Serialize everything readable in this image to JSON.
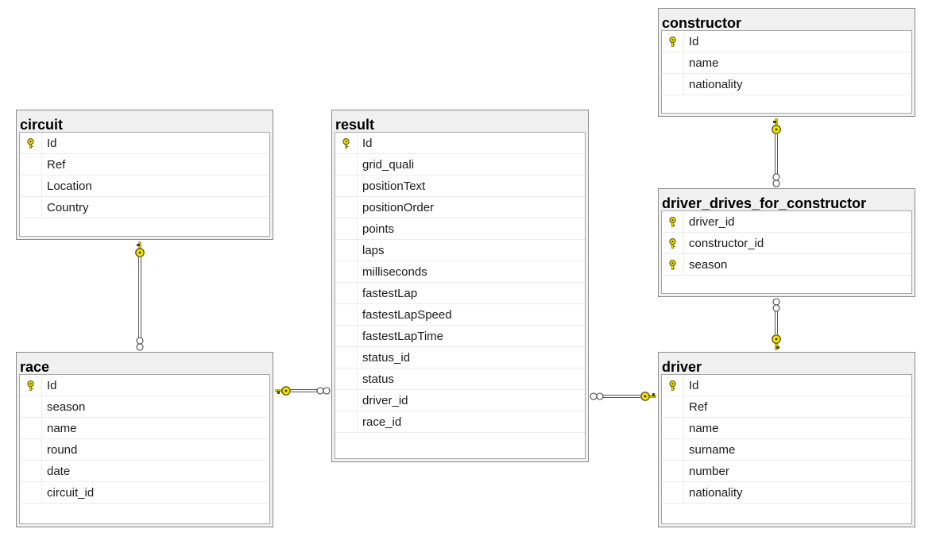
{
  "tables": [
    {
      "id": "constructor",
      "title": "constructor",
      "columns": [
        {
          "name": "Id",
          "key": true
        },
        {
          "name": "name",
          "key": false
        },
        {
          "name": "nationality",
          "key": false
        }
      ]
    },
    {
      "id": "circuit",
      "title": "circuit",
      "columns": [
        {
          "name": "Id",
          "key": true
        },
        {
          "name": "Ref",
          "key": false
        },
        {
          "name": "Location",
          "key": false
        },
        {
          "name": "Country",
          "key": false
        }
      ]
    },
    {
      "id": "result",
      "title": "result",
      "columns": [
        {
          "name": "Id",
          "key": true
        },
        {
          "name": "grid_quali",
          "key": false
        },
        {
          "name": "positionText",
          "key": false
        },
        {
          "name": "positionOrder",
          "key": false
        },
        {
          "name": "points",
          "key": false
        },
        {
          "name": "laps",
          "key": false
        },
        {
          "name": "milliseconds",
          "key": false
        },
        {
          "name": "fastestLap",
          "key": false
        },
        {
          "name": "fastestLapSpeed",
          "key": false
        },
        {
          "name": "fastestLapTime",
          "key": false
        },
        {
          "name": "status_id",
          "key": false
        },
        {
          "name": "status",
          "key": false
        },
        {
          "name": "driver_id",
          "key": false
        },
        {
          "name": "race_id",
          "key": false
        }
      ]
    },
    {
      "id": "driver_drives_for_constructor",
      "title": "driver_drives_for_constructor",
      "columns": [
        {
          "name": "driver_id",
          "key": true
        },
        {
          "name": "constructor_id",
          "key": true
        },
        {
          "name": "season",
          "key": true
        }
      ]
    },
    {
      "id": "race",
      "title": "race",
      "columns": [
        {
          "name": "Id",
          "key": true
        },
        {
          "name": "season",
          "key": false
        },
        {
          "name": "name",
          "key": false
        },
        {
          "name": "round",
          "key": false
        },
        {
          "name": "date",
          "key": false
        },
        {
          "name": "circuit_id",
          "key": false
        }
      ]
    },
    {
      "id": "driver",
      "title": "driver",
      "columns": [
        {
          "name": "Id",
          "key": true
        },
        {
          "name": "Ref",
          "key": false
        },
        {
          "name": "name",
          "key": false
        },
        {
          "name": "surname",
          "key": false
        },
        {
          "name": "number",
          "key": false
        },
        {
          "name": "nationality",
          "key": false
        }
      ]
    }
  ],
  "relationships": [
    {
      "name": "circuit-race",
      "one": "circuit",
      "many": "race"
    },
    {
      "name": "race-result",
      "one": "race",
      "many": "result"
    },
    {
      "name": "driver-result",
      "one": "driver",
      "many": "result"
    },
    {
      "name": "constructor-ddfc",
      "one": "constructor",
      "many": "driver_drives_for_constructor"
    },
    {
      "name": "driver-ddfc",
      "one": "driver",
      "many": "driver_drives_for_constructor"
    }
  ],
  "colors": {
    "key_fill": "#f2e400",
    "key_stroke": "#4d4300",
    "connector": "#555555"
  },
  "icons": {
    "primary_key": "key-icon",
    "one_end": "key-icon",
    "many_end": "infinity-icon"
  }
}
